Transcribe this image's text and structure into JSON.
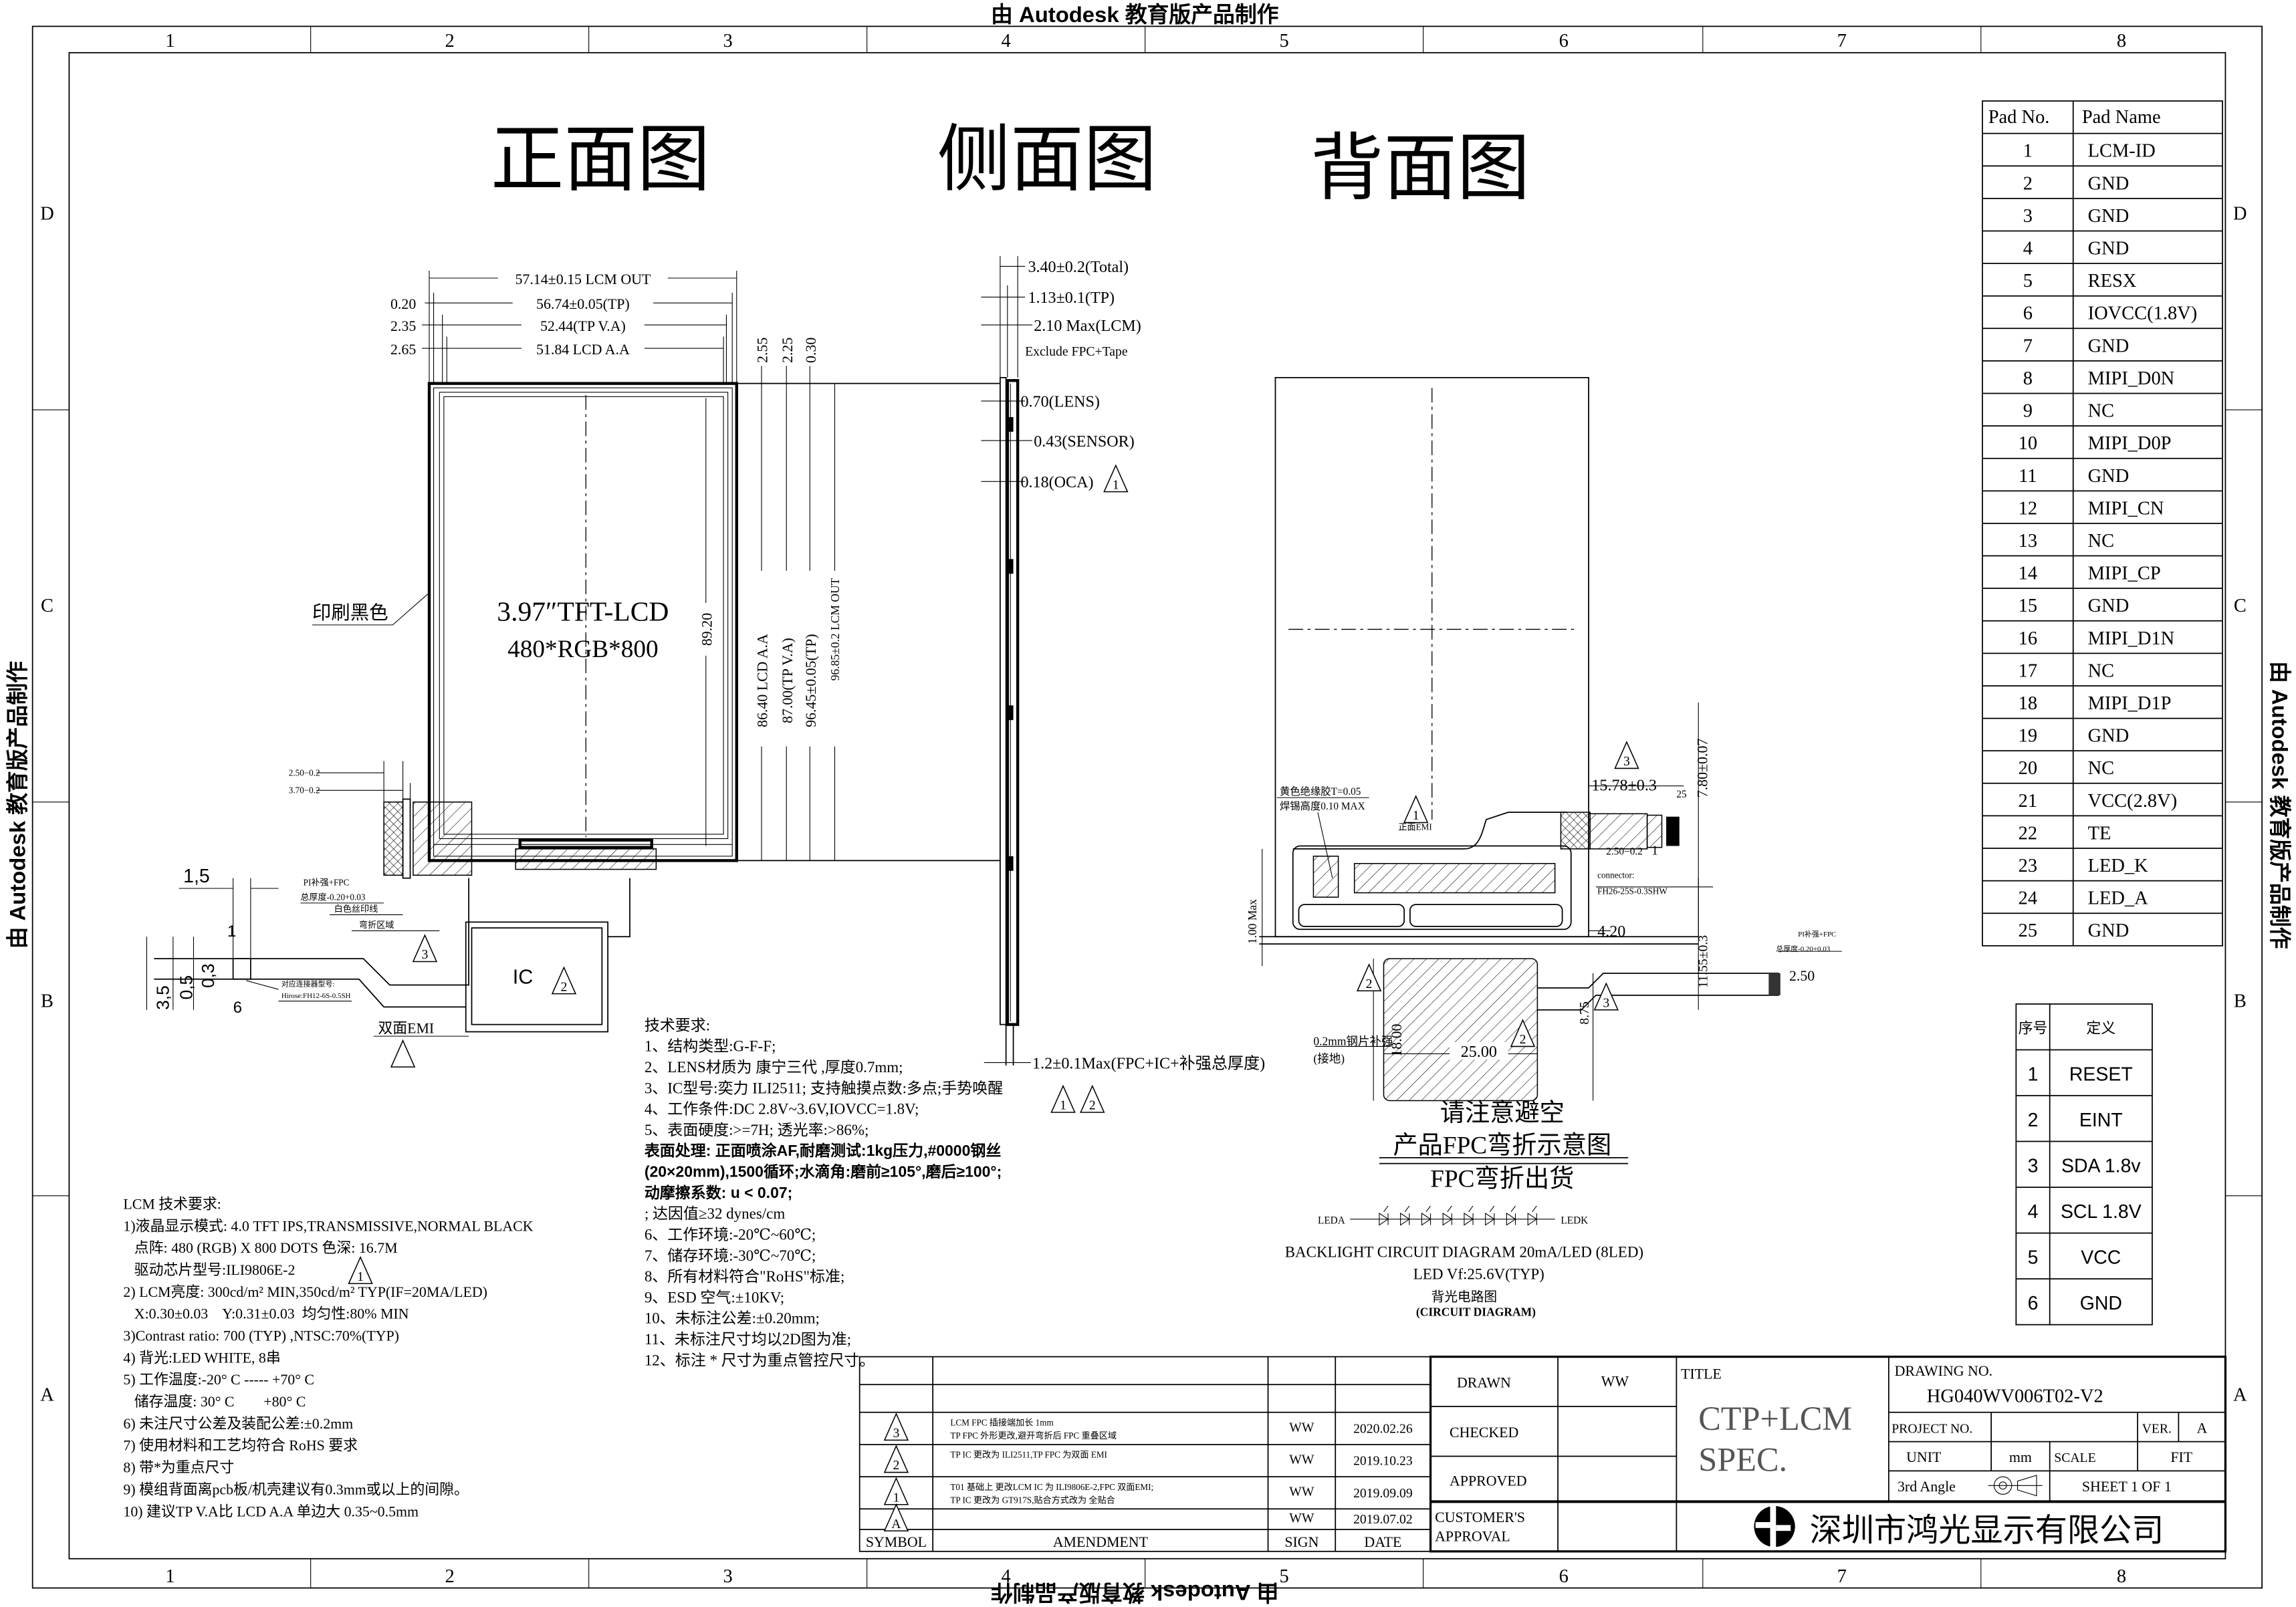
{
  "watermark": "由 Autodesk 教育版产品制作",
  "grid": {
    "columns": [
      "1",
      "2",
      "3",
      "4",
      "5",
      "6",
      "7",
      "8"
    ],
    "rows": [
      "D",
      "C",
      "B",
      "A"
    ]
  },
  "views": {
    "front_title": "正面图",
    "side_title": "侧面图",
    "back_title": "背面图"
  },
  "front": {
    "dim_width": [
      "57.14±0.15 LCM OUT",
      "56.74±0.05(TP)",
      "52.44(TP V.A)",
      "51.84 LCD A.A"
    ],
    "dim_left_offsets": [
      "0.20",
      "2.35",
      "2.65"
    ],
    "dim_top_offsets": [
      "2.55",
      "2.25",
      "0.30"
    ],
    "dim_height": [
      "86.40 LCD A.A",
      "87.00(TP V.A)",
      "96.45±0.05(TP)",
      "96.85±0.2 LCM OUT"
    ],
    "center_dim": "89.20",
    "lcd_label": "3.97″TFT-LCD",
    "resolution": "480*RGB*800",
    "print_label": "印刷黑色",
    "fpc": {
      "dim_a": "2.50−0.2",
      "dim_b": "3.70−0.2",
      "pitch_total": "1,5",
      "pin_first": "1",
      "pin_last": "6",
      "dim_35": "3,5",
      "dim_05": "0,5",
      "dim_03": "0,3",
      "stiffener": "PI补强+FPC",
      "thickness": "总厚度-0.20+0.03",
      "silk_line": "白色丝印线",
      "bend_area": "弯折区域",
      "connector_label": "对应连接器型号:",
      "connector_model": "Hirose:FH12-6S-0.5SH",
      "emi": "双面EMI",
      "ic": "IC"
    }
  },
  "side": {
    "dims": [
      "3.40±0.2(Total)",
      "1.13±0.1(TP)",
      "2.10 Max(LCM)",
      "Exclude FPC+Tape",
      "0.70(LENS)",
      "0.43(SENSOR)",
      "0.18(OCA)"
    ],
    "bottom_dim": "1.2±0.1Max(FPC+IC+补强总厚度)"
  },
  "back": {
    "insulation": "黄色绝缘胶T=0.05",
    "solder": "焊锡高度0.10 MAX",
    "emi": "正面EMI",
    "dim_1578": "15.78±0.3",
    "dim_780": "7.80±0.07",
    "dim_25": "25",
    "dim_250a": "2.50−0.2",
    "pin1": "1",
    "connector_label": "connector:",
    "connector_model": "FH26-25S-0.3SHW",
    "dim_420": "4.20",
    "dim_100": "1.00 Max",
    "dim_1155": "11.55±0.3",
    "dim_1800": "18.00",
    "dim_875": "8.75",
    "dim_2500": "25.00",
    "dim_250b": "2.50",
    "steel": "0.2mm钢片补强",
    "ground": "(接地)",
    "stiffener": "PI补强+FPC",
    "thickness": "总厚度-0.20+0.03"
  },
  "notes": {
    "line1": "请注意避空",
    "line2": "产品FPC弯折示意图",
    "line3": "FPC弯折出货"
  },
  "backlight": {
    "anode": "LEDA",
    "cathode": "LEDK",
    "led_count": 8,
    "title": "BACKLIGHT CIRCUIT DIAGRAM  20mA/LED (8LED)",
    "vf": "LED Vf:25.6V(TYP)",
    "title_cn": "背光电路图",
    "subtitle": "(CIRCUIT DIAGRAM)"
  },
  "tech_requirements": [
    "技术要求:",
    "1、结构类型:G-F-F;",
    "2、LENS材质为 康宁三代 ,厚度0.7mm;",
    "3、IC型号:奕力 ILI2511; 支持触摸点数:多点;手势唤醒",
    "4、工作条件:DC 2.8V~3.6V,IOVCC=1.8V;",
    "5、表面硬度:>=7H; 透光率:>86%;",
    "    表面处理: 正面喷涂AF,耐磨测试:1kg压力,#0000钢丝",
    "(20×20mm),1500循环;水滴角:磨前≥105°,磨后≥100°;",
    "动摩擦系数: u < 0.07;",
    "; 达因值≥32 dynes/cm",
    "6、工作环境:-20℃~60℃;",
    "7、储存环境:-30℃~70℃;",
    "8、所有材料符合\"RoHS\"标准;",
    "9、ESD 空气:±10KV;",
    "10、未标注公差:±0.20mm;",
    "11、未标注尺寸均以2D图为准;",
    "12、标注 * 尺寸为重点管控尺寸。"
  ],
  "lcm_requirements": [
    "LCM 技术要求:",
    "1)液晶显示模式: 4.0 TFT IPS,TRANSMISSIVE,NORMAL BLACK",
    "   点阵: 480 (RGB) X 800 DOTS 色深: 16.7M",
    "   驱动芯片型号:ILI9806E-2",
    "2) LCM亮度: 300cd/m² MIN,350cd/m² TYP(IF=20MA/LED)",
    "   X:0.30±0.03    Y:0.31±0.03  均匀性:80% MIN",
    "3)Contrast ratio: 700 (TYP) ,NTSC:70%(TYP)",
    "4) 背光:LED WHITE, 8串",
    "5) 工作温度:-20° C ----- +70° C",
    "   储存温度: 30° C        +80° C",
    "6) 未注尺寸公差及装配公差:±0.2mm",
    "7) 使用材料和工艺均符合 RoHS 要求",
    "8) 带*为重点尺寸",
    "9) 模组背面离pcb板/机壳建议有0.3mm或以上的间隙。",
    "10) 建议TP V.A比 LCD A.A 单边大 0.35~0.5mm"
  ],
  "pad_table": {
    "headers": [
      "Pad No.",
      "Pad Name"
    ],
    "rows": [
      [
        "1",
        "LCM-ID"
      ],
      [
        "2",
        "GND"
      ],
      [
        "3",
        "GND"
      ],
      [
        "4",
        "GND"
      ],
      [
        "5",
        "RESX"
      ],
      [
        "6",
        "IOVCC(1.8V)"
      ],
      [
        "7",
        "GND"
      ],
      [
        "8",
        "MIPI_D0N"
      ],
      [
        "9",
        "NC"
      ],
      [
        "10",
        "MIPI_D0P"
      ],
      [
        "11",
        "GND"
      ],
      [
        "12",
        "MIPI_CN"
      ],
      [
        "13",
        "NC"
      ],
      [
        "14",
        "MIPI_CP"
      ],
      [
        "15",
        "GND"
      ],
      [
        "16",
        "MIPI_D1N"
      ],
      [
        "17",
        "NC"
      ],
      [
        "18",
        "MIPI_D1P"
      ],
      [
        "19",
        "GND"
      ],
      [
        "20",
        "NC"
      ],
      [
        "21",
        "VCC(2.8V)"
      ],
      [
        "22",
        "TE"
      ],
      [
        "23",
        "LED_K"
      ],
      [
        "24",
        "LED_A"
      ],
      [
        "25",
        "GND"
      ]
    ]
  },
  "tp_pin_table": {
    "headers": [
      "序号",
      "定义"
    ],
    "rows": [
      [
        "1",
        "RESET"
      ],
      [
        "2",
        "EINT"
      ],
      [
        "3",
        "SDA 1.8v"
      ],
      [
        "4",
        "SCL 1.8V"
      ],
      [
        "5",
        "VCC"
      ],
      [
        "6",
        "GND"
      ]
    ]
  },
  "amendments": {
    "headers": [
      "SYMBOL",
      "AMENDMENT",
      "SIGN",
      "DATE"
    ],
    "rows": [
      {
        "symbol": "3",
        "text1": "LCM FPC 插接端加长 1mm",
        "text2": "TP FPC 外形更改,避开弯折后 FPC 重叠区域",
        "sign": "WW",
        "date": "2020.02.26"
      },
      {
        "symbol": "2",
        "text1": "TP IC 更改为 ILI2511,TP FPC 为双面 EMI",
        "text2": "",
        "sign": "WW",
        "date": "2019.10.23"
      },
      {
        "symbol": "1",
        "text1": "T01 基础上 更改LCM IC 为 ILI9806E-2,FPC 双面EMI;",
        "text2": "TP IC 更改为 GT917S,贴合方式改为 全贴合",
        "sign": "WW",
        "date": "2019.09.09"
      },
      {
        "symbol": "A",
        "text1": "",
        "text2": "",
        "sign": "WW",
        "date": "2019.07.02"
      }
    ]
  },
  "title_block": {
    "drawn_label": "DRAWN",
    "drawn_by": "WW",
    "checked_label": "CHECKED",
    "approved_label": "APPROVED",
    "customer_label1": "CUSTOMER'S",
    "customer_label2": "APPROVAL",
    "title_label": "TITLE",
    "title1": "CTP+LCM",
    "title2": "SPEC.",
    "drawing_no_label": "DRAWING NO.",
    "drawing_no": "HG040WV006T02-V2",
    "project_label": "PROJECT NO.",
    "ver_label": "VER.",
    "ver": "A",
    "unit_label": "UNIT",
    "unit": "mm",
    "scale_label": "SCALE",
    "scale": "FIT",
    "angle_label": "3rd Angle",
    "sheet": "SHEET 1 OF 1",
    "company": "深圳市鸿光显示有限公司"
  },
  "markers": {
    "r1": "1",
    "r2": "2",
    "r3": "3"
  }
}
